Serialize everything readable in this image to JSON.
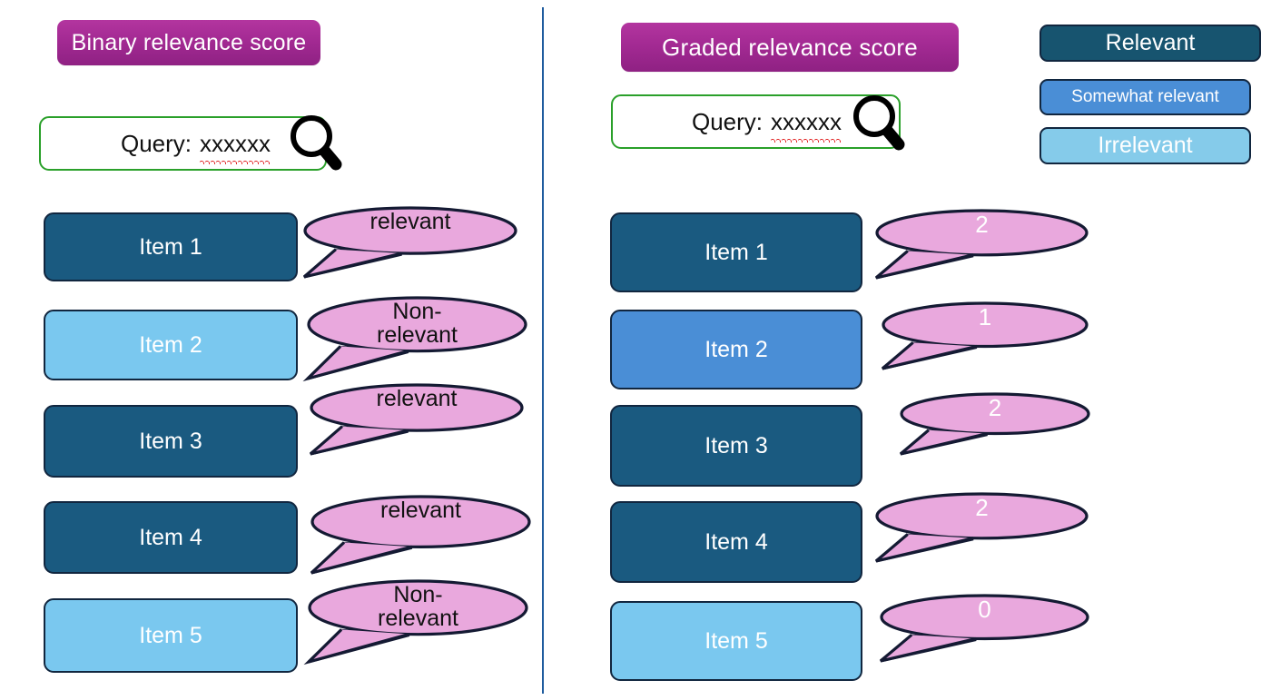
{
  "divider": {
    "color": "#1f5c9e"
  },
  "panels": [
    {
      "id": "binary",
      "title": "Binary relevance score",
      "query": {
        "label": "Query:",
        "value": "xxxxxx",
        "icon": "search-icon",
        "border_color": "#2aa02a"
      },
      "items": [
        {
          "label": "Item 1",
          "tone": "deep",
          "score": "relevant"
        },
        {
          "label": "Item 2",
          "tone": "light",
          "score": "Non-\nrelevant"
        },
        {
          "label": "Item 3",
          "tone": "deep",
          "score": "relevant"
        },
        {
          "label": "Item 4",
          "tone": "deep",
          "score": "relevant"
        },
        {
          "label": "Item 5",
          "tone": "light",
          "score": "Non-\nrelevant"
        }
      ]
    },
    {
      "id": "graded",
      "title": "Graded relevance score",
      "query": {
        "label": "Query:",
        "value": "xxxxxx",
        "icon": "search-icon",
        "border_color": "#2aa02a"
      },
      "items": [
        {
          "label": "Item 1",
          "tone": "deep",
          "score": "2"
        },
        {
          "label": "Item 2",
          "tone": "mid",
          "score": "1"
        },
        {
          "label": "Item 3",
          "tone": "deep",
          "score": "2"
        },
        {
          "label": "Item 4",
          "tone": "deep",
          "score": "2"
        },
        {
          "label": "Item 5",
          "tone": "light",
          "score": "0"
        }
      ]
    }
  ],
  "legend": [
    {
      "label": "Relevant",
      "tone": "deep",
      "color": "#17546f"
    },
    {
      "label": "Somewhat relevant",
      "tone": "mid",
      "color": "#4a8ed6"
    },
    {
      "label": "Irrelevant",
      "tone": "light",
      "color": "#85cbea"
    }
  ],
  "bubble_style": {
    "fill": "#e9a8dd",
    "stroke": "#141a33"
  },
  "badge_style": {
    "from": "#b3359f",
    "to": "#8f2183",
    "text": "#ffffff"
  }
}
